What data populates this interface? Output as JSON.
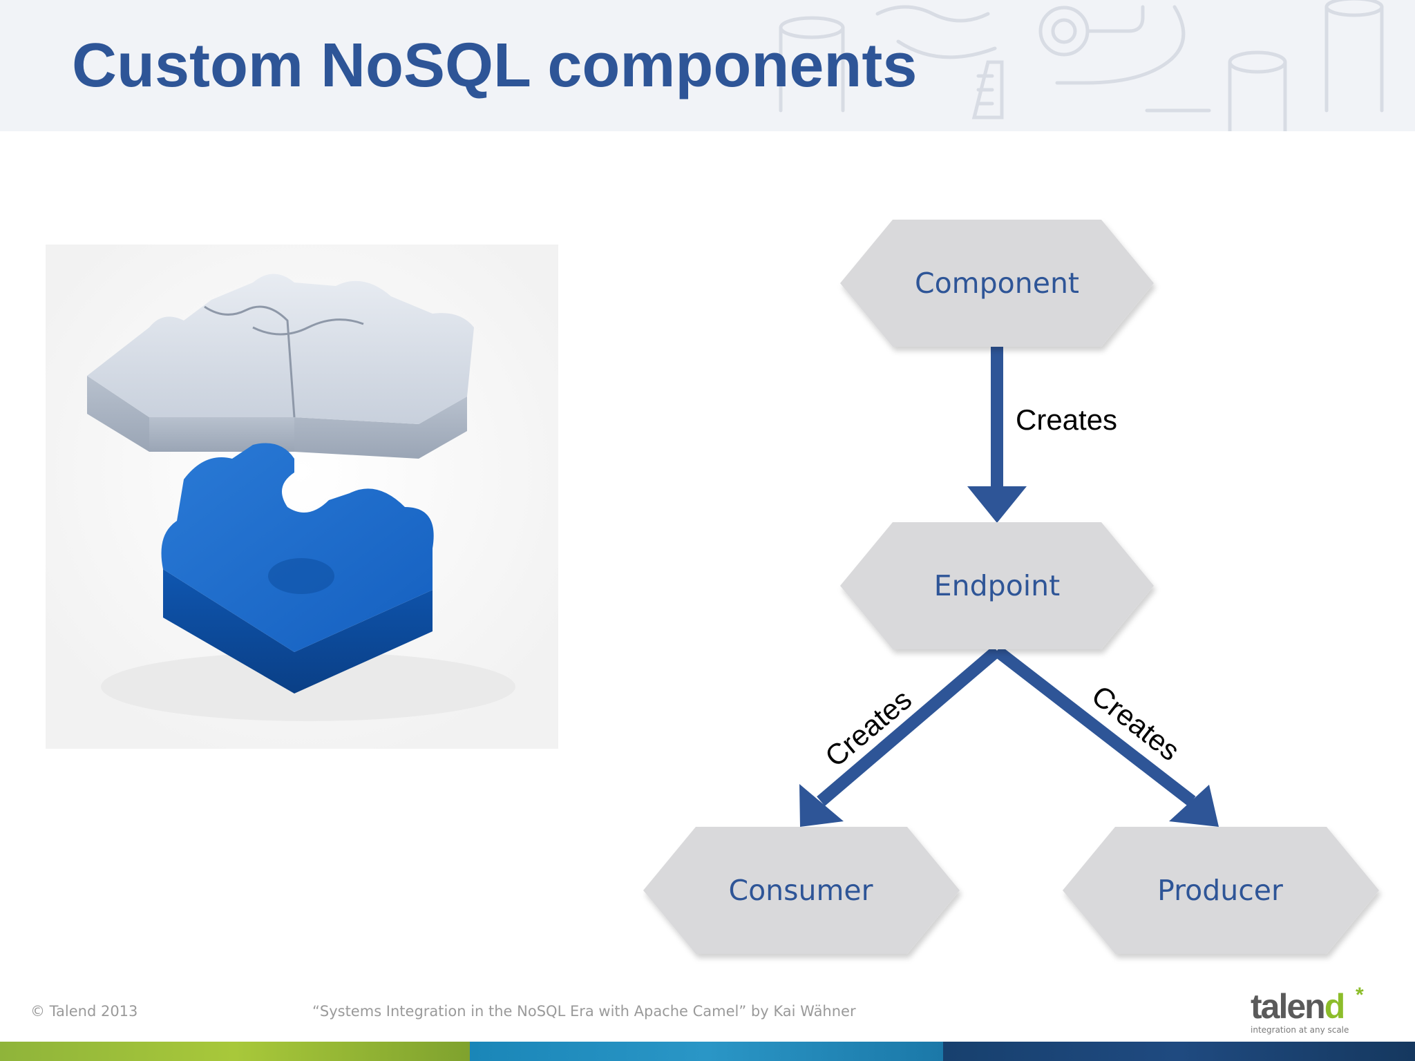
{
  "slide": {
    "title": "Custom NoSQL components"
  },
  "diagram": {
    "nodes": {
      "component": "Component",
      "endpoint": "Endpoint",
      "consumer": "Consumer",
      "producer": "Producer"
    },
    "edges": {
      "component_to_endpoint": "Creates",
      "endpoint_to_consumer": "Creates",
      "endpoint_to_producer": "Creates"
    }
  },
  "footer": {
    "copyright": "© Talend 2013",
    "caption": "“Systems Integration in the NoSQL Era with Apache Camel” by Kai Wähner"
  },
  "logo": {
    "word_main": "talen",
    "word_accent": "d",
    "star": "*",
    "tagline": "integration at any scale"
  },
  "colors": {
    "title_blue": "#2e5597",
    "arrow_blue": "#2e5597",
    "node_fill": "#d9d9db",
    "node_text": "#2e5597",
    "logo_green": "#8cbd2a"
  }
}
